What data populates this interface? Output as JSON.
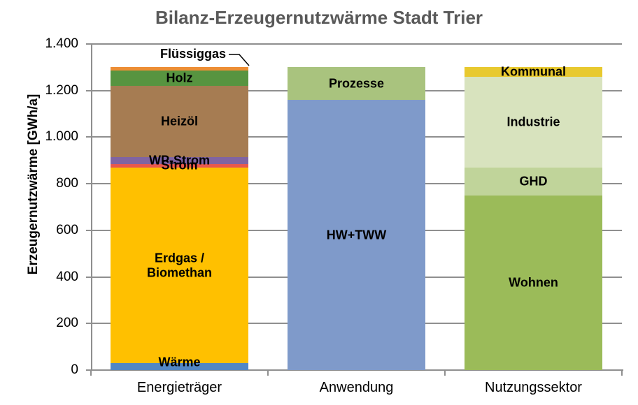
{
  "chart_data": {
    "type": "bar",
    "stacked": true,
    "title": "Bilanz-Erzeugernutzwärme Stadt Trier",
    "title_color": "#595959",
    "ylabel": "Erzeugernutzwärme [GWh/a]",
    "xlabel": "",
    "unit": "GWh/a",
    "ylim": [
      0,
      1400
    ],
    "ytick_step": 200,
    "ytick_labels": [
      "0",
      "200",
      "400",
      "600",
      "800",
      "1.000",
      "1.200",
      "1.400"
    ],
    "grid": true,
    "legend_position": "none",
    "axis_color": "#8f8f8f",
    "categories": [
      "Energieträger",
      "Anwendung",
      "Nutzungssektor"
    ],
    "bars": [
      {
        "category": "Energieträger",
        "total": 1300,
        "segments": [
          {
            "label": "Wärme",
            "value": 30,
            "color": "#5187C5"
          },
          {
            "label": "Erdgas /\nBiomethan",
            "value": 840,
            "color": "#FFC000"
          },
          {
            "label": "Strom",
            "value": 15,
            "color": "#E8584E"
          },
          {
            "label": "WP-Strom",
            "value": 30,
            "color": "#8064A2"
          },
          {
            "label": "Heizöl",
            "value": 305,
            "color": "#A67C52"
          },
          {
            "label": "Holz",
            "value": 65,
            "color": "#579440"
          },
          {
            "label": "Flüssiggas",
            "value": 15,
            "color": "#ED8E35",
            "label_outside": true
          }
        ]
      },
      {
        "category": "Anwendung",
        "total": 1300,
        "segments": [
          {
            "label": "HW+TWW",
            "value": 1160,
            "color": "#7F9ACA"
          },
          {
            "label": "Prozesse",
            "value": 140,
            "color": "#A9C37E"
          }
        ]
      },
      {
        "category": "Nutzungssektor",
        "total": 1300,
        "segments": [
          {
            "label": "Wohnen",
            "value": 750,
            "color": "#9BBB59"
          },
          {
            "label": "GHD",
            "value": 120,
            "color": "#C0D49A"
          },
          {
            "label": "Industrie",
            "value": 390,
            "color": "#D8E3BE"
          },
          {
            "label": "Kommunal",
            "value": 40,
            "color": "#E8C92F"
          }
        ]
      }
    ]
  }
}
